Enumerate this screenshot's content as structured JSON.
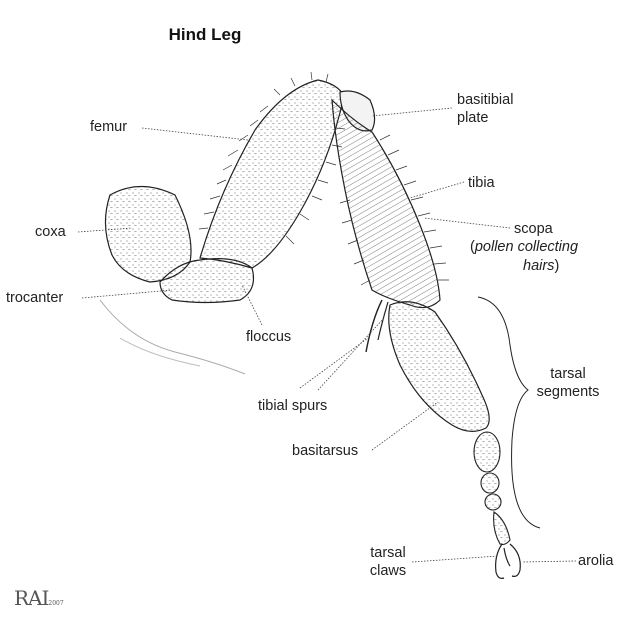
{
  "title": "Hind Leg",
  "labels": {
    "femur": "femur",
    "coxa": "coxa",
    "trocanter": "trocanter",
    "floccus": "floccus",
    "tibial_spurs": "tibial spurs",
    "basitarsus": "basitarsus",
    "tarsal_claws_1": "tarsal",
    "tarsal_claws_2": "claws",
    "basitibial_plate_1": "basitibial",
    "basitibial_plate_2": "plate",
    "tibia": "tibia",
    "scopa": "scopa",
    "scopa_note_open": "(",
    "scopa_note_italic": "pollen collecting",
    "scopa_note_2": "hairs",
    "scopa_note_close": ")",
    "tarsal_segments_1": "tarsal",
    "tarsal_segments_2": "segments",
    "arolia": "arolia"
  },
  "signature": {
    "initials": "RAI",
    "year": "2007"
  }
}
